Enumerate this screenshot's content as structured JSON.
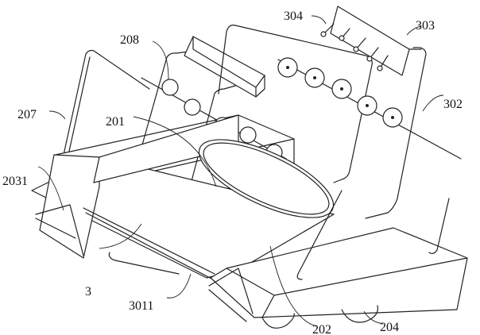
{
  "figure": {
    "labels": {
      "l304": "304",
      "l303": "303",
      "l208": "208",
      "l302": "302",
      "l207": "207",
      "l201": "201",
      "l2031": "2031",
      "l3": "3",
      "l3011": "3011",
      "l202": "202",
      "l204": "204"
    }
  }
}
